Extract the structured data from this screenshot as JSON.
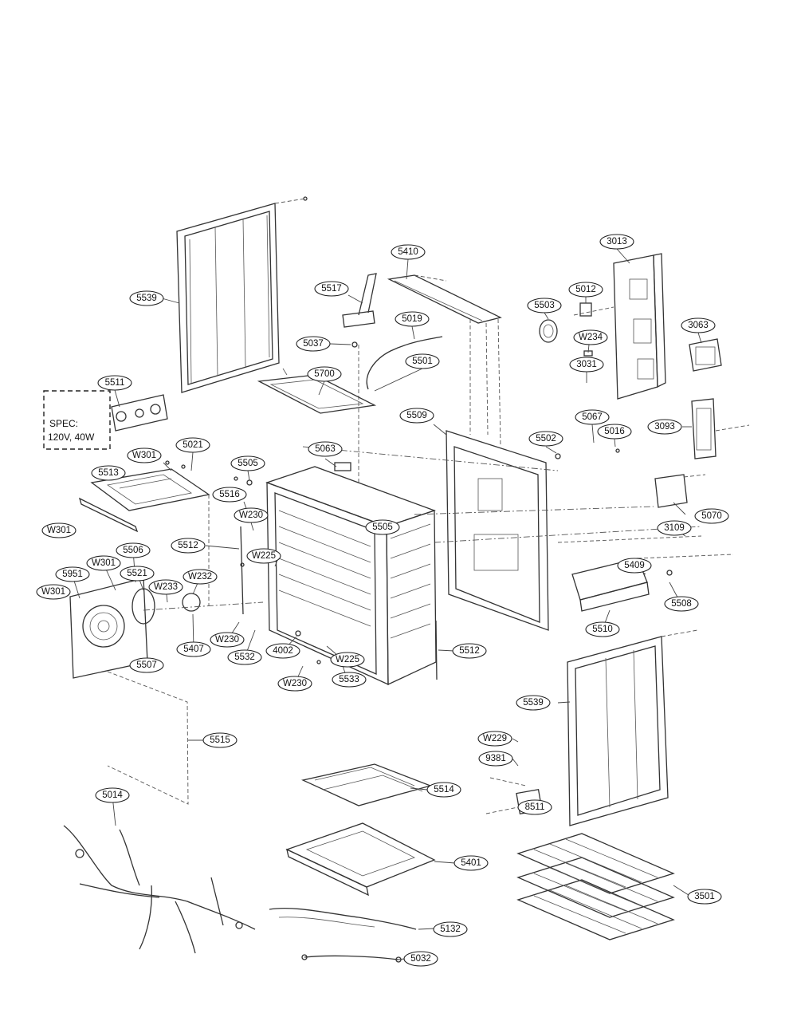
{
  "spec_note": {
    "line1": "SPEC:",
    "line2": "120V, 40W"
  },
  "callouts": {
    "c5539a": "5539",
    "c5410": "5410",
    "c3013": "3013",
    "c5517": "5517",
    "c5012": "5012",
    "c5503": "5503",
    "c3063": "3063",
    "c5019": "5019",
    "c5037": "5037",
    "cW234": "W234",
    "c5501": "5501",
    "c3031": "3031",
    "c5700": "5700",
    "c5511": "5511",
    "c5509": "5509",
    "c5067": "5067",
    "c5016": "5016",
    "c3093": "3093",
    "c5021": "5021",
    "cW301a": "W301",
    "c5063": "5063",
    "c5502": "5502",
    "c5513": "5513",
    "c5505a": "5505",
    "c5516": "5516",
    "cW230a": "W230",
    "c5505b": "5505",
    "c5070": "5070",
    "cW301b": "W301",
    "c5512a": "5512",
    "cW225a": "W225",
    "c3109": "3109",
    "c5506": "5506",
    "cW301c": "W301",
    "c5951": "5951",
    "c5521": "5521",
    "cW232": "W232",
    "c5409": "5409",
    "cW301d": "W301",
    "cW233": "W233",
    "c5508": "5508",
    "c5510": "5510",
    "c5407": "5407",
    "cW230b": "W230",
    "c5532": "5532",
    "c4002": "4002",
    "c5512b": "5512",
    "c5507": "5507",
    "cW225b": "W225",
    "c5533": "5533",
    "cW230c": "W230",
    "c5539b": "5539",
    "c5515": "5515",
    "cW229": "W229",
    "c9381": "9381",
    "c5514": "5514",
    "c5014": "5014",
    "c8511": "8511",
    "c5401": "5401",
    "c3501": "3501",
    "c5132": "5132",
    "c5032": "5032"
  }
}
